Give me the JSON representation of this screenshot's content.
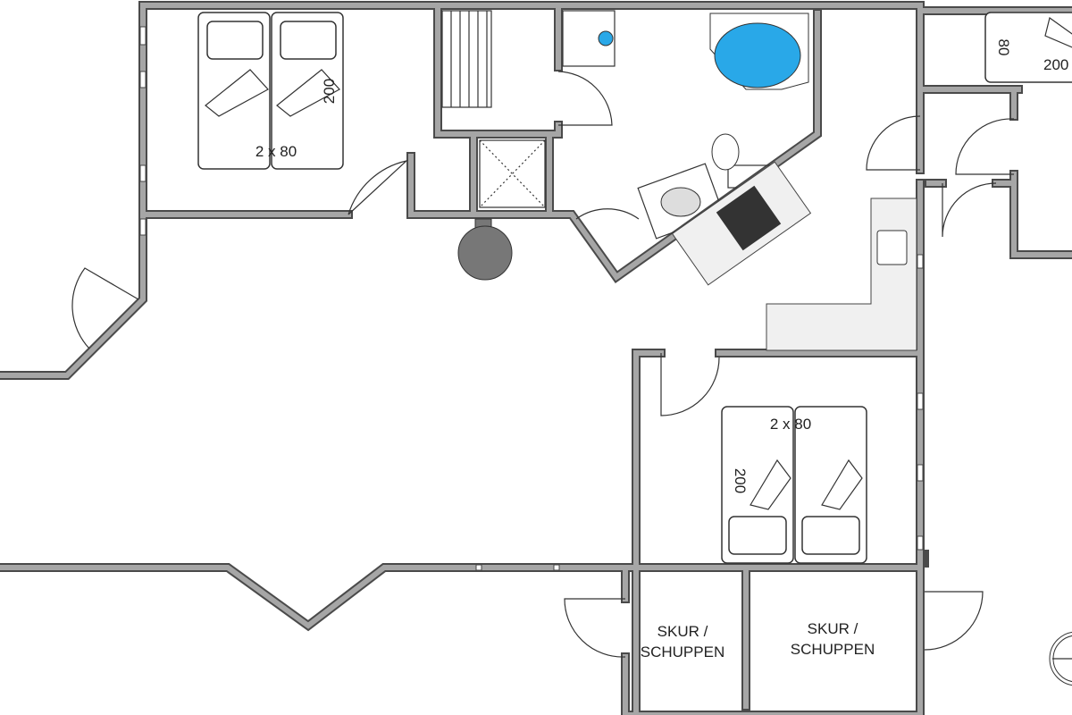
{
  "title": "Floor plan",
  "rooms": {
    "bedroom_1": {
      "bed_width": "2 x 80",
      "bed_length": "200"
    },
    "bedroom_2": {
      "bed_width": "2 x 80",
      "bed_length": "200"
    },
    "bedroom_3": {
      "bed_width": "80",
      "bed_length": "200"
    },
    "shed_1": {
      "line1": "SKUR /",
      "line2": "SCHUPPEN"
    },
    "shed_2": {
      "line1": "SKUR /",
      "line2": "SCHUPPEN"
    }
  },
  "colors": {
    "wall": "#a6a6a6",
    "wall_outline": "#4a4a4a",
    "bathtub": "#29a8e8",
    "counter": "#f0f0f0",
    "stove": "#333333"
  }
}
